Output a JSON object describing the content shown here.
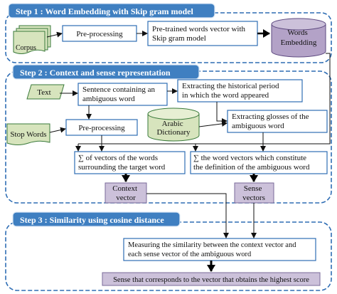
{
  "step1": {
    "header": "Step 1 : Word Embedding with Skip gram model",
    "corpus": "Corpus",
    "preprocessing": "Pre-processing",
    "pretrained": [
      "Pre-trained words vector with",
      "Skip gram model"
    ],
    "words_embedding": [
      "Words",
      "Embedding"
    ]
  },
  "step2": {
    "header": "Step 2 :  Context and sense representation",
    "text": "Text",
    "sentence": [
      "Sentence containing an",
      "ambiguous word"
    ],
    "historical": [
      "Extracting the historical period",
      "in which the word appeared"
    ],
    "arabic_dictionary": [
      "Arabic",
      "Dictionary"
    ],
    "glosses": [
      "Extracting glosses of the",
      "ambiguous word"
    ],
    "stop_words": "Stop Words",
    "preprocessing": "Pre-processing",
    "sum_context": [
      "∑ of vectors of the words",
      "surrounding the target word"
    ],
    "sum_sense": [
      "∑  the word vectors which constitute",
      "the definition of the ambiguous word"
    ],
    "context_vector": [
      "Context",
      "vector"
    ],
    "sense_vectors": [
      "Sense",
      "vectors"
    ]
  },
  "step3": {
    "header": "Step 3 :  Similarity using cosine distance",
    "measuring": [
      "Measuring the similarity between the context vector  and",
      "each sense vector of the ambiguous word"
    ],
    "result": "Sense that corresponds to the vector that obtains the highest score"
  },
  "colors": {
    "header_blue": "#3F7FC1",
    "border_blue": "#2E6DB4",
    "green_fill": "#D7E4BD",
    "purple_fill": "#CCC1DA",
    "cylinder_fill": "#B3A2C7"
  }
}
